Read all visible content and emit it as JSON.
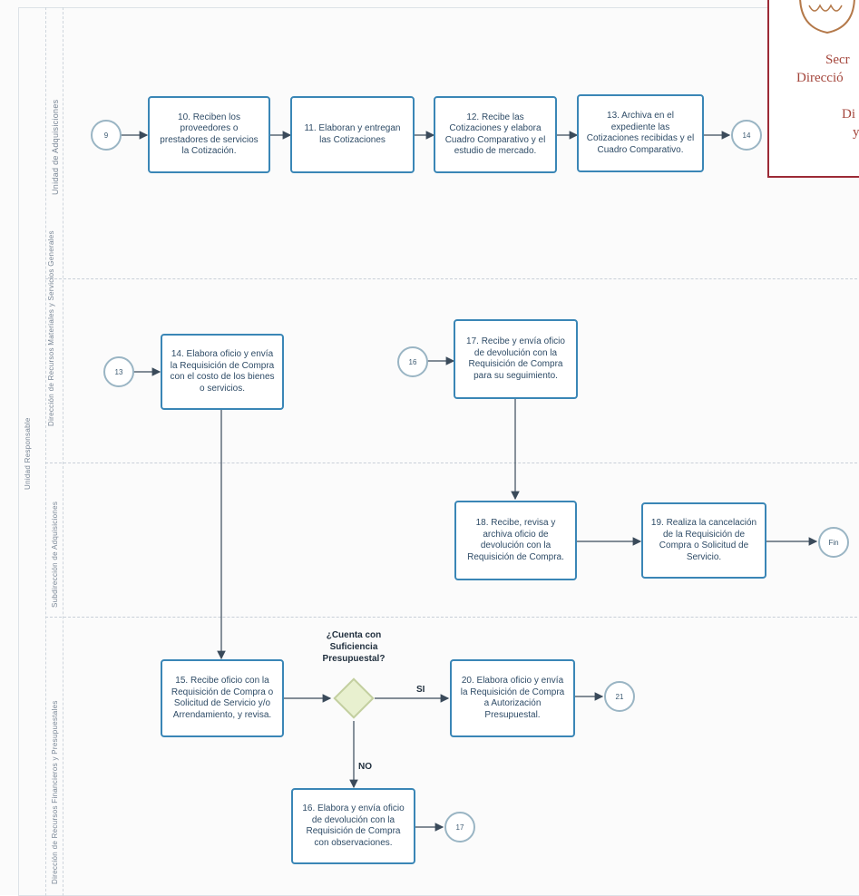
{
  "lanes": {
    "top": "Unidad de Adquisiciones",
    "mid_upper": "Dirección de Recursos Materiales y Servicios Generales",
    "mid_lower": "Subdirección de Adquisiciones",
    "bottom": "Dirección de Recursos Financieros y Presupuestales",
    "pool": "Unidad Responsable"
  },
  "tasks": {
    "t10": "10. Reciben los proveedores o prestadores de servicios la Cotización.",
    "t11": "11. Elaboran y entregan las Cotizaciones",
    "t12": "12. Recibe las Cotizaciones y elabora Cuadro Comparativo y el estudio de mercado.",
    "t13": "13. Archiva en el expediente las Cotizaciones recibidas y el Cuadro Comparativo.",
    "t14": "14. Elabora oficio y envía la Requisición de Compra con el costo de los bienes o servicios.",
    "t17": "17. Recibe y envía oficio de devolución con la Requisición de Compra para su seguimiento.",
    "t18": "18. Recibe, revisa y archiva oficio de devolución con la Requisición de Compra.",
    "t19": "19. Realiza la cancelación de la Requisición de Compra o Solicitud de Servicio.",
    "t15": "15. Recibe oficio con la Requisición de Compra o Solicitud de Servicio y/o Arrendamiento, y revisa.",
    "t20": "20. Elabora oficio y envía la Requisición de Compra a Autorización Presupuestal.",
    "t16": "16. Elabora y envía oficio de devolución con la Requisición de Compra con observaciones."
  },
  "events": {
    "e_a": "9",
    "e_b": "14",
    "e_c": "13",
    "e_d": "16",
    "e_e": "Fin",
    "e_f": "21",
    "e_g": "17"
  },
  "gateway": {
    "question": "¿Cuenta con Suficiencia Presupuestal?",
    "yes": "SI",
    "no": "NO"
  },
  "stamp": {
    "line1": "Secr",
    "line2": "Direcció",
    "line3": "Di",
    "line4": "y",
    "border_color": "#9c2a36",
    "text_color": "#a4463c"
  }
}
